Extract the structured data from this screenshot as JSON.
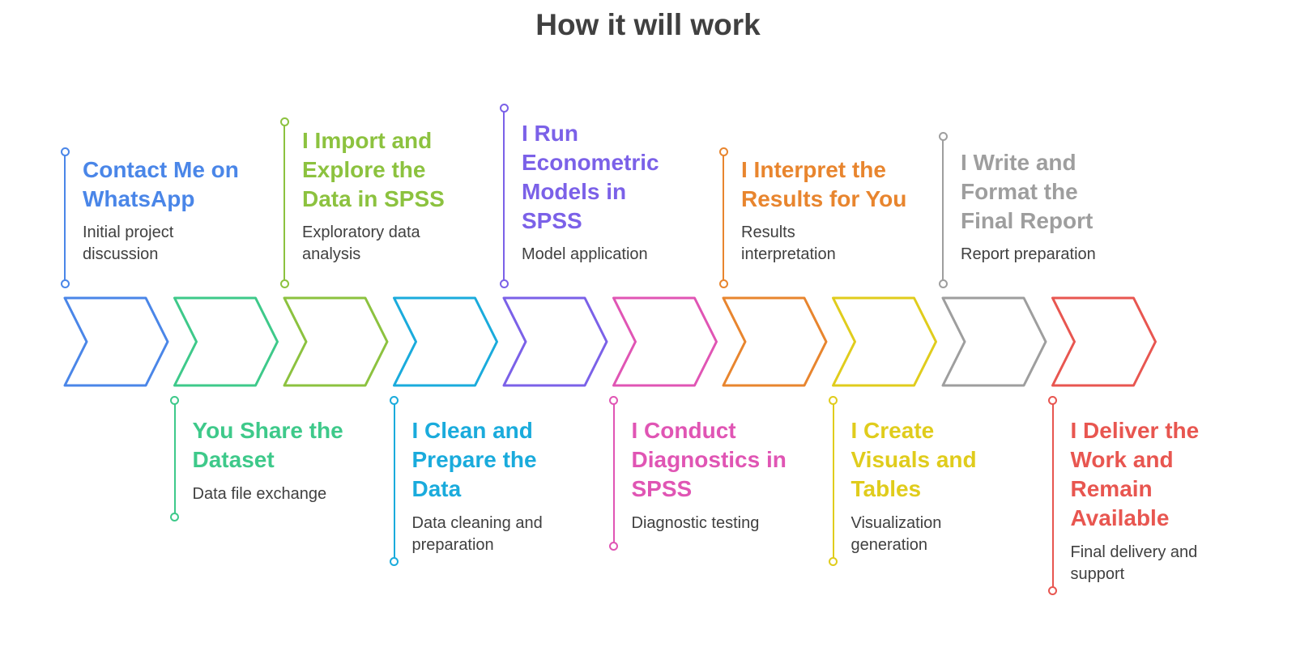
{
  "title": "How it will work",
  "steps": [
    {
      "heading": "Contact Me on\nWhatsApp",
      "desc": "Initial project\ndiscussion",
      "color": "#4a86e8"
    },
    {
      "heading": "You Share the\nDataset",
      "desc": "Data file exchange",
      "color": "#3ec98a"
    },
    {
      "heading": "I Import and\nExplore the\nData in SPSS",
      "desc": "Exploratory data\nanalysis",
      "color": "#8cc23f"
    },
    {
      "heading": "I Clean and\nPrepare the\nData",
      "desc": "Data cleaning and\npreparation",
      "color": "#1aabdc"
    },
    {
      "heading": "I Run\nEconometric\nModels in\nSPSS",
      "desc": "Model application",
      "color": "#7b61e8"
    },
    {
      "heading": "I Conduct\nDiagnostics in\nSPSS",
      "desc": "Diagnostic testing",
      "color": "#e055b4"
    },
    {
      "heading": "I Interpret the\nResults for You",
      "desc": "Results\ninterpretation",
      "color": "#e8852e"
    },
    {
      "heading": "I Create\nVisuals and\nTables",
      "desc": "Visualization\ngeneration",
      "color": "#e0cc1c"
    },
    {
      "heading": "I Write and\nFormat the\nFinal Report",
      "desc": "Report preparation",
      "color": "#9e9e9e"
    },
    {
      "heading": "I Deliver the\nWork and\nRemain\nAvailable",
      "desc": "Final delivery and\nsupport",
      "color": "#e85650"
    }
  ]
}
